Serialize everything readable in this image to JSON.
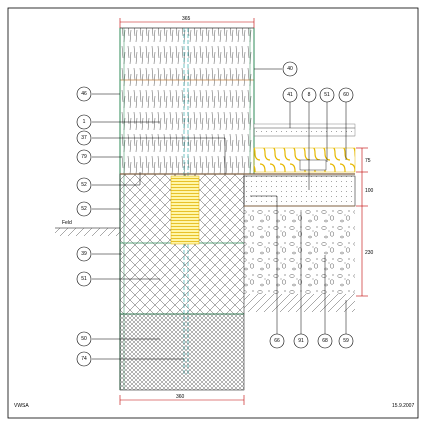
{
  "drawing": {
    "company": "VWSA",
    "date": "15.9.2007",
    "terrain_label": "Feld",
    "colors": {
      "frame": "#000000",
      "wall": "#2e8b57",
      "dim": "#c00000",
      "insulation": "#ffd700",
      "concrete": "#808080"
    }
  },
  "dimensions": {
    "top_width": "365",
    "bottom_width": "360",
    "d75": "75",
    "d100": "100",
    "d230": "230"
  },
  "callouts": {
    "c46": "46",
    "c40": "40",
    "c1": "1",
    "c37": "37",
    "c79": "79",
    "c52a": "52",
    "c52b": "52",
    "c39": "39",
    "c51": "51",
    "c50": "50",
    "c74": "74",
    "c41": "41",
    "c8": "8",
    "c51b": "51",
    "c60": "60",
    "c66": "66",
    "c91": "91",
    "c68": "68",
    "c59": "59"
  }
}
